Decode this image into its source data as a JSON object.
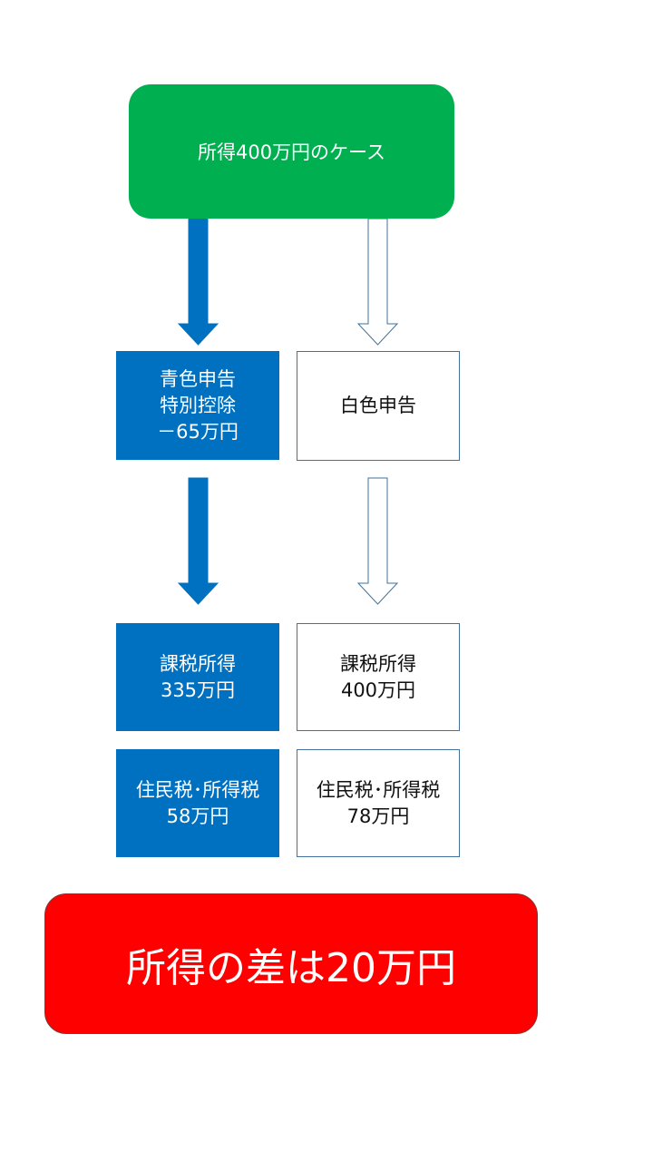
{
  "colors": {
    "green": "#00b050",
    "blue": "#0070c0",
    "red": "#ff0000",
    "outline": "#41719c"
  },
  "top": {
    "label": "所得400万円のケース"
  },
  "left_column": {
    "deduction": "青色申告\n特別控除\n－65万円",
    "taxable_income": "課税所得\n335万円",
    "tax": "住民税･所得税\n58万円"
  },
  "right_column": {
    "deduction": "白色申告",
    "taxable_income": "課税所得\n400万円",
    "tax": "住民税･所得税\n78万円"
  },
  "result": {
    "label": "所得の差は20万円"
  }
}
